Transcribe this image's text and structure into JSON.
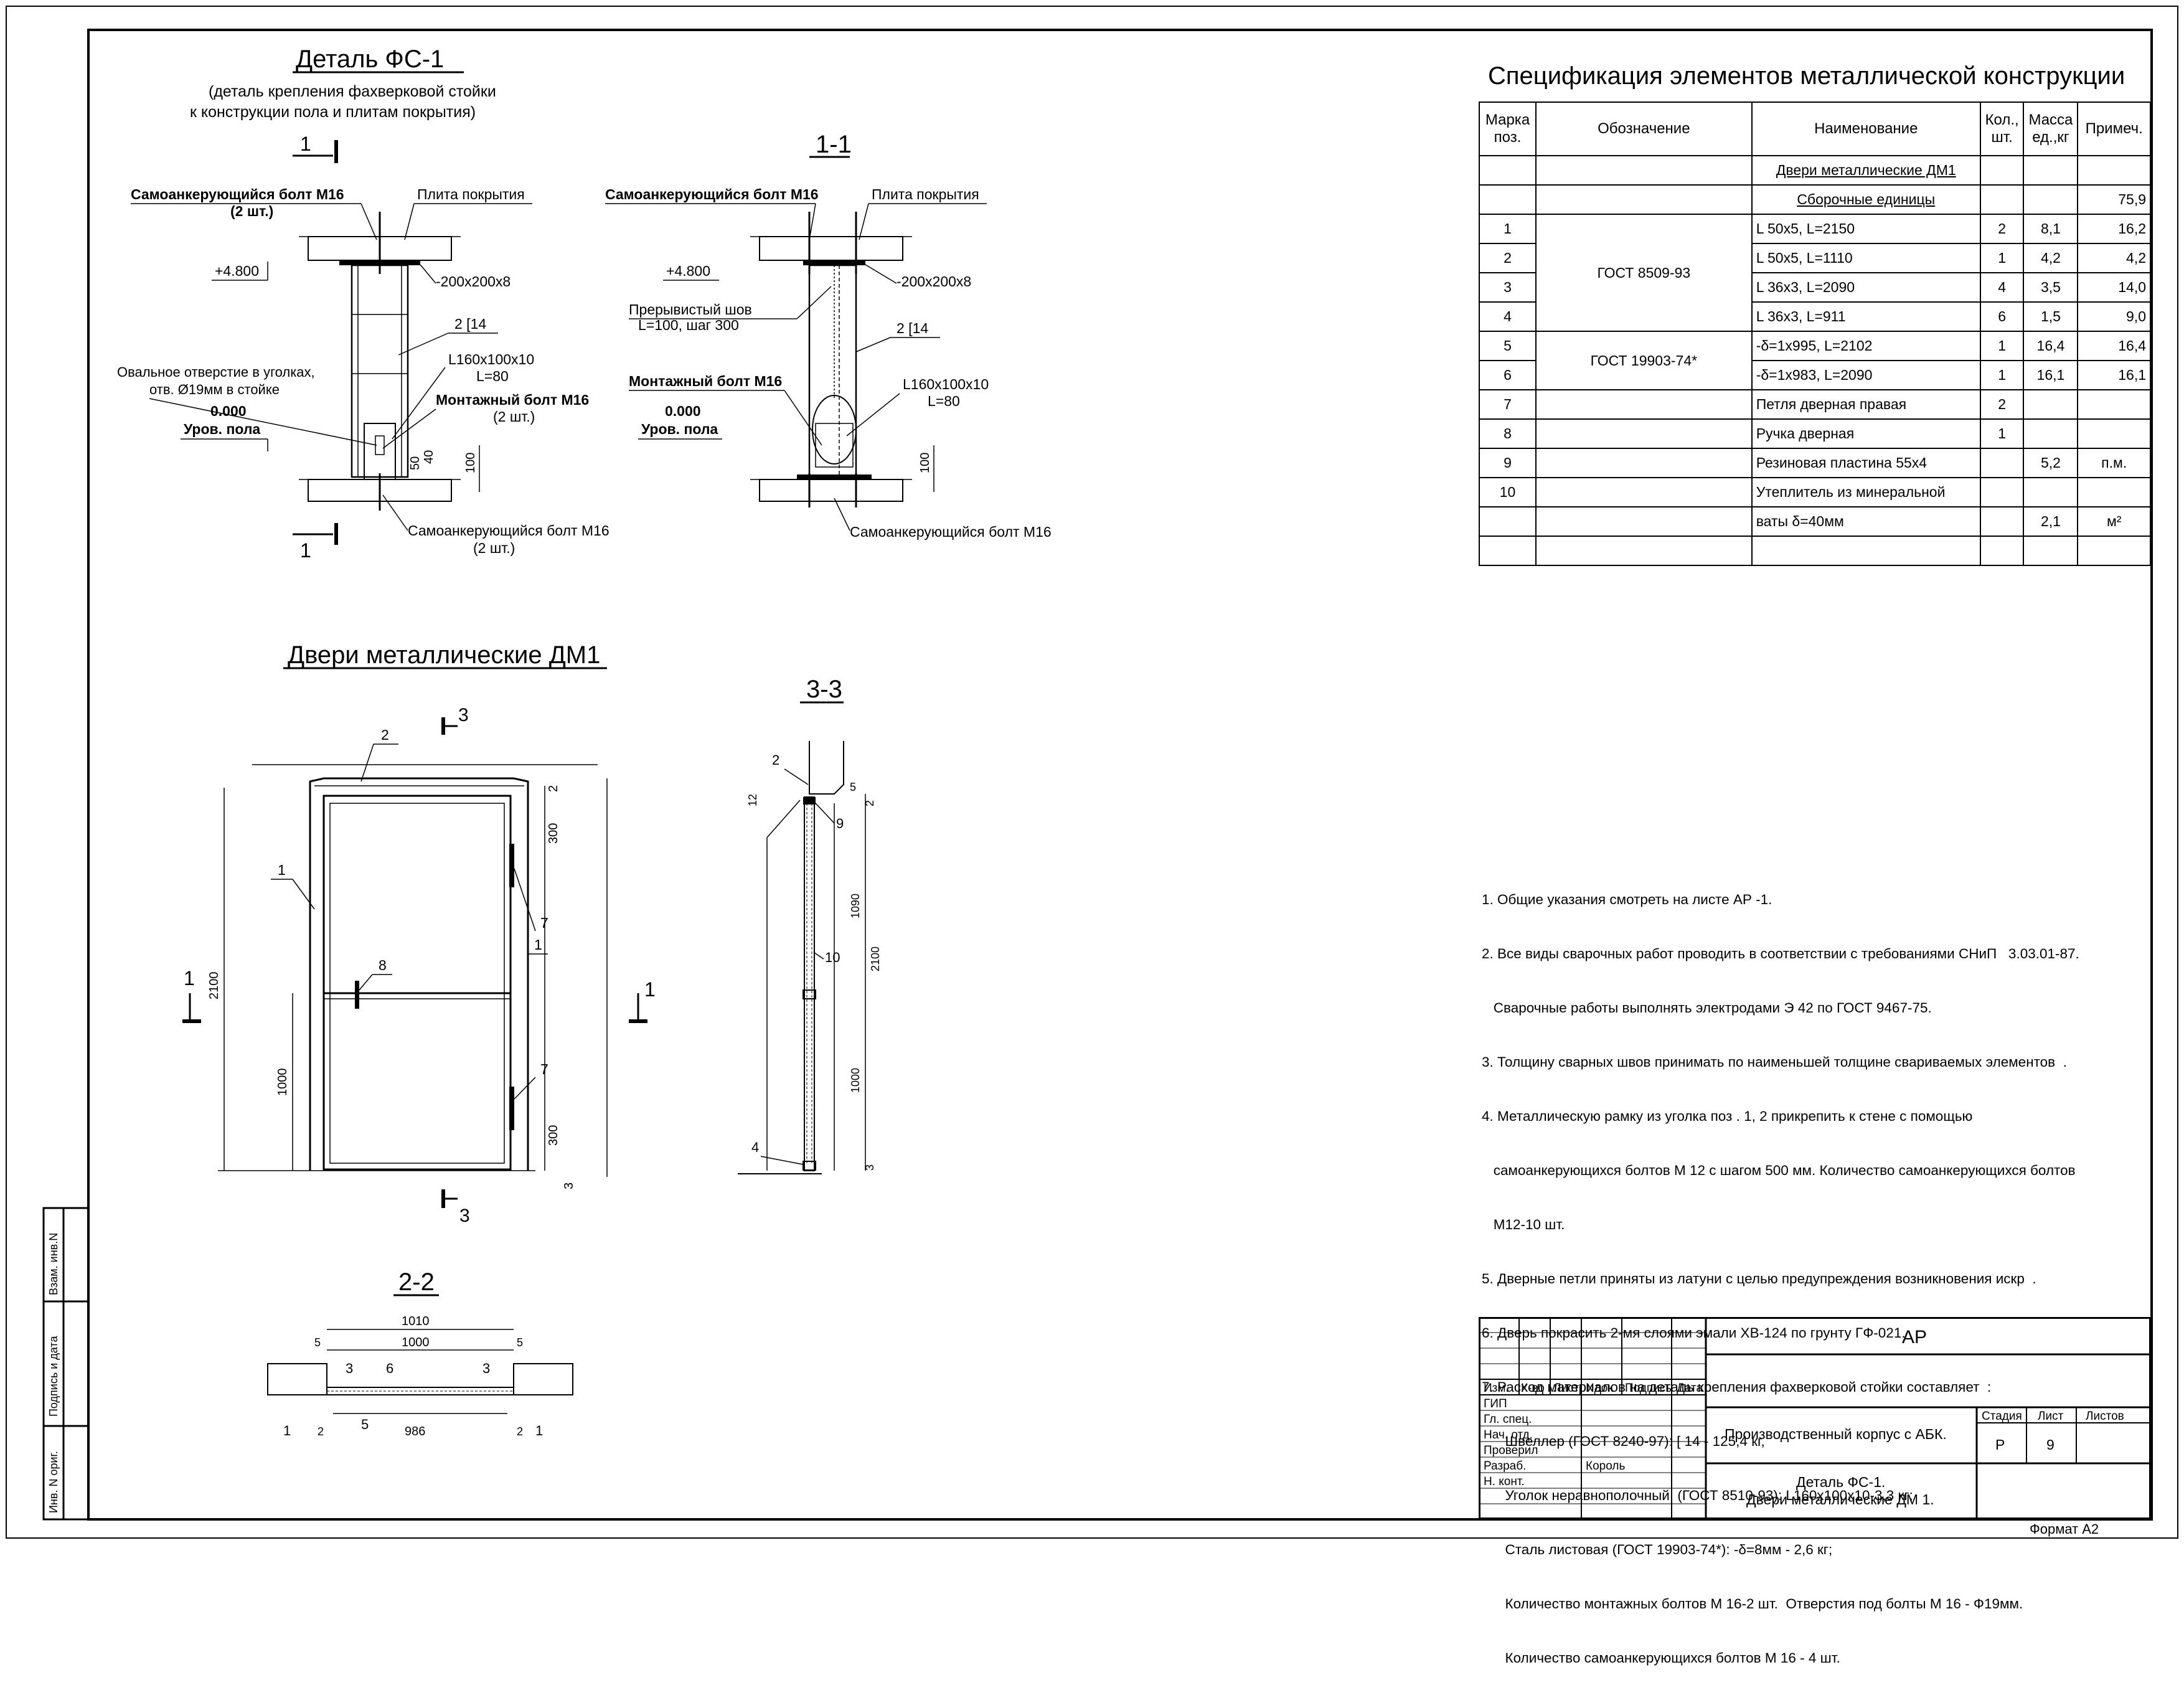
{
  "detail_fs": {
    "title": "Деталь ФС-1",
    "subtitle1": "(деталь крепления фахверковой стойки",
    "subtitle2": "к конструкции пола и плитам покрытия)",
    "cut_mark": "1",
    "bolt_top": "Самоанкерующийся болт М16",
    "bolt_top_qty": "(2 шт.)",
    "slab": "Плита покрытия",
    "elev_top": "+4.800",
    "plate": "-200х200х8",
    "channel": "2 [14",
    "angle": "L160х100х10",
    "angle_len": "L=80",
    "oval1": "Овальное отверстие в уголках,",
    "oval2": "отв. Ø19мм в стойке",
    "mount_bolt": "Монтажный болт М16",
    "mount_qty": "(2 шт.)",
    "elev_zero": "0.000",
    "floor": "Уров. пола",
    "dim40": "40",
    "dim50": "50",
    "dim100": "100",
    "bolt_bottom": "Самоанкерующийся болт М16",
    "bolt_bottom_qty": "(2 шт.)"
  },
  "section11": {
    "title": "1-1",
    "bolt_top": "Самоанкерующийся болт М16",
    "slab": "Плита покрытия",
    "elev_top": "+4.800",
    "plate": "-200х200х8",
    "weld1": "Прерывистый шов",
    "weld2": "L=100, шаг 300",
    "channel": "2 [14",
    "mount_bolt": "Монтажный болт М16",
    "angle": "L160х100х10",
    "angle_len": "L=80",
    "elev_zero": "0.000",
    "floor": "Уров. пола",
    "dim100": "100",
    "bolt_bottom": "Самоанкерующийся болт М16"
  },
  "doors": {
    "title": "Двери металлические ДМ1",
    "mark3": "3",
    "mark1": "1",
    "pos1": "1",
    "pos2": "2",
    "pos7": "7",
    "pos8": "8",
    "dim2100": "2100",
    "dim1000": "1000",
    "dim300": "300",
    "dim2": "2",
    "dim3": "3"
  },
  "section33": {
    "title": "3-3",
    "p2": "2",
    "p9": "9",
    "p10": "10",
    "p4": "4",
    "d12": "12",
    "d5": "5",
    "d2": "2",
    "d1090": "1090",
    "d2100": "2100",
    "d1000": "1000",
    "d3": "3"
  },
  "section22": {
    "title": "2-2",
    "d1010": "1010",
    "d1000": "1000",
    "d986": "986",
    "d5": "5",
    "d2": "2",
    "p1": "1",
    "p3": "3",
    "p5": "5",
    "p6": "6"
  },
  "spec": {
    "title": "Спецификация элементов металлической конструкции",
    "headers": [
      "Марка поз.",
      "Обозначение",
      "Наименование",
      "Кол., шт.",
      "Масса ед.,кг",
      "Примеч."
    ],
    "group": "Двери металлические ДМ1",
    "assembly": "Сборочные единицы",
    "assembly_mass": "75,9",
    "gost1": "ГОСТ 8509-93",
    "gost2": "ГОСТ 19903-74*",
    "rows": [
      {
        "pos": "1",
        "name": "L 50х5,   L=2150",
        "qty": "2",
        "mass": "8,1",
        "note": "16,2"
      },
      {
        "pos": "2",
        "name": "L 50х5,   L=1110",
        "qty": "1",
        "mass": "4,2",
        "note": "4,2"
      },
      {
        "pos": "3",
        "name": "L 36х3,   L=2090",
        "qty": "4",
        "mass": "3,5",
        "note": "14,0"
      },
      {
        "pos": "4",
        "name": "L 36х3,   L=911",
        "qty": "6",
        "mass": "1,5",
        "note": "9,0"
      },
      {
        "pos": "5",
        "name": "-δ=1х995,   L=2102",
        "qty": "1",
        "mass": "16,4",
        "note": "16,4"
      },
      {
        "pos": "6",
        "name": "-δ=1х983,   L=2090",
        "qty": "1",
        "mass": "16,1",
        "note": "16,1"
      },
      {
        "pos": "7",
        "name": "Петля дверная правая",
        "qty": "2",
        "mass": "",
        "note": ""
      },
      {
        "pos": "8",
        "name": "Ручка дверная",
        "qty": "1",
        "mass": "",
        "note": ""
      },
      {
        "pos": "9",
        "name": "Резиновая пластина  55х4",
        "qty": "",
        "mass": "5,2",
        "note": "п.м."
      },
      {
        "pos": "10",
        "name": "Утеплитель из минеральной",
        "qty": "",
        "mass": "",
        "note": ""
      },
      {
        "pos": "",
        "name": "ваты  δ=40мм",
        "qty": "",
        "mass": "2,1",
        "note": "м²"
      }
    ]
  },
  "notes": [
    "1. Общие указания смотреть на листе АР -1.",
    "2. Все виды сварочных работ проводить в соответствии с требованиями СНиП   3.03.01-87.",
    "   Сварочные работы выполнять электродами Э 42 по ГОСТ 9467-75.",
    "3. Толщину сварных швов принимать по наименьшей толщине свариваемых элементов  .",
    "4. Металлическую рамку из уголка поз . 1, 2 прикрепить к стене с помощью",
    "   самоанкерующихся болтов М 12 с шагом 500 мм. Количество самоанкерующихся болтов",
    "   М12-10 шт.",
    "5. Дверные петли приняты из латуни с целью предупреждения возникновения искр  .",
    "6. Дверь покрасить 2-мя слоями эмали ХВ-124 по грунту ГФ-021.",
    "7. Расход материалов на деталь крепления фахверковой стойки составляет  :",
    "      Швеллер (ГОСТ 8240-97): [ 14 - 125,4 кг,",
    "      Уголок неравнополочный  (ГОСТ 8510-93): L160х100х10-3,3 кг;",
    "      Сталь листовая (ГОСТ 19903-74*): -δ=8мм - 2,6 кг;",
    "      Количество монтажных болтов М 16-2 шт.  Отверстия под болты М 16 - Ф19мм.",
    "      Количество самоанкерующихся болтов М 16 - 4 шт."
  ],
  "side_stamp": [
    "Взам. инв.N",
    "Подпись и дата",
    "Инв. N ориг."
  ],
  "stamp": {
    "code": "АР",
    "cols": [
      "Изм.",
      "К-во",
      "Лист",
      "Nдок",
      "Подпись",
      "Дата"
    ],
    "roles": [
      "ГИП",
      "Гл. спец.",
      "Нач. отд.",
      "Проверил",
      "Разраб.",
      "Н. конт."
    ],
    "developer": "Король",
    "project": "Производственный корпус с АБК.",
    "stage_h": "Стадия",
    "sheet_h": "Лист",
    "sheets_h": "Листов",
    "stage": "Р",
    "sheet": "9",
    "drawing1": "Деталь ФС-1.",
    "drawing2": "Двери металлические ДМ 1."
  },
  "format": "Формат А2"
}
